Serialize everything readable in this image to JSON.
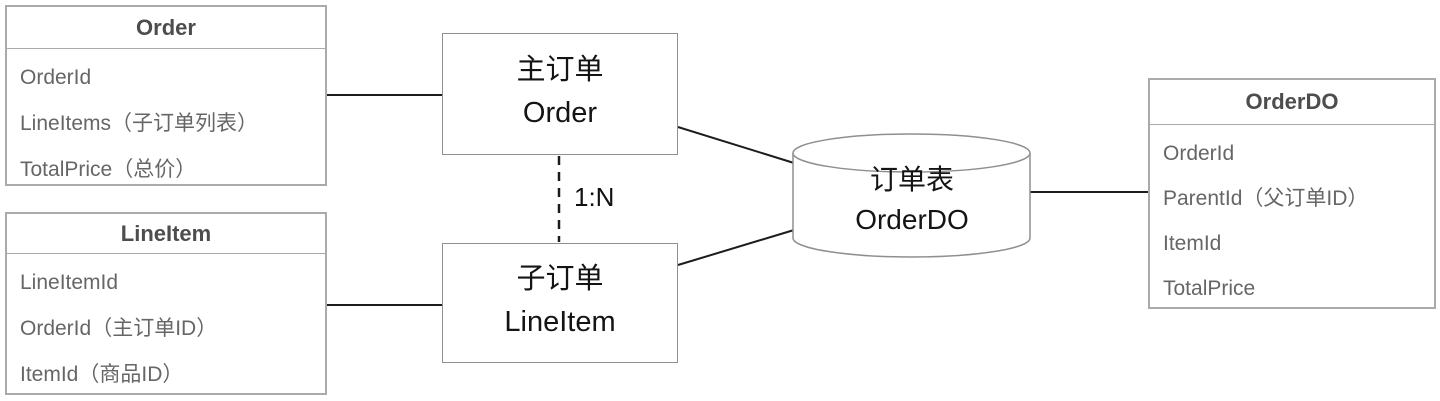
{
  "diagram": {
    "relation_label": "1:N"
  },
  "entity_tables": {
    "order": {
      "title": "Order",
      "rows": [
        "OrderId",
        "LineItems（子订单列表）",
        "TotalPrice（总价）"
      ]
    },
    "lineitem": {
      "title": "LineItem",
      "rows": [
        "LineItemId",
        "OrderId（主订单ID）",
        "ItemId（商品ID）"
      ]
    },
    "orderdo": {
      "title": "OrderDO",
      "rows": [
        "OrderId",
        "ParentId（父订单ID）",
        "ItemId",
        "TotalPrice"
      ]
    }
  },
  "nodes": {
    "main_order": {
      "line1": "主订单",
      "line2": "Order"
    },
    "sub_order": {
      "line1": "子订单",
      "line2": "LineItem"
    },
    "db": {
      "line1": "订单表",
      "line2": "OrderDO"
    }
  },
  "colors": {
    "background": "#ffffff",
    "table_border": "#aaaaaa",
    "node_border": "#8f8f8f",
    "table_header_text": "#4d4d4d",
    "table_row_text": "#666666",
    "node_text": "#141414",
    "connector": "#1c1c1c"
  }
}
